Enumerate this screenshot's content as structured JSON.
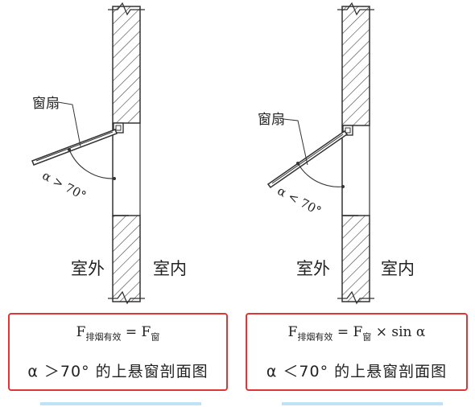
{
  "left_panel": {
    "sash_label": "窗扇",
    "angle_label": "α > 70°",
    "outside_label": "室外",
    "inside_label": "室内",
    "formula": {
      "f1": "F",
      "sub1": "排烟有效",
      "eq": "=",
      "f2": "F",
      "sub2": "窗",
      "tail": ""
    },
    "caption": "α ＞70° 的上悬窗剖面图"
  },
  "right_panel": {
    "sash_label": "窗扇",
    "angle_label": "α < 70°",
    "outside_label": "室外",
    "inside_label": "室内",
    "formula": {
      "f1": "F",
      "sub1": "排烟有效",
      "eq": "=",
      "f2": "F",
      "sub2": "窗",
      "tail": "× sin α"
    },
    "caption": "α ＜70° 的上悬窗剖面图"
  },
  "colors": {
    "box_border": "#e03535",
    "bottom_bar": "#bfe3f6",
    "ink": "#222222"
  }
}
